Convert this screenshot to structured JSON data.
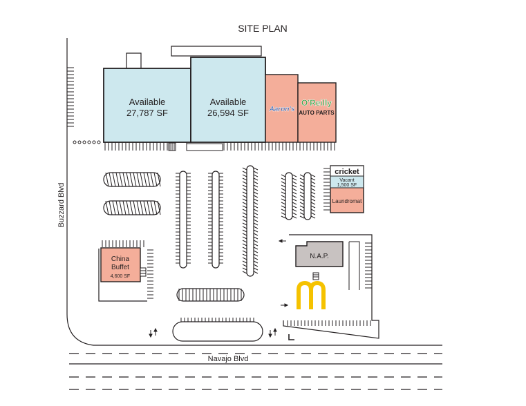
{
  "title": "SITE PLAN",
  "roads": {
    "west": "Buzzard Blvd",
    "south": "Navajo Blvd"
  },
  "colors": {
    "available": "#cde8ee",
    "tenant": "#f4ae9a",
    "pad": "#c8c2c1",
    "outline": "#231f20",
    "mcdonalds": "#f5c200",
    "cricket_green": "#6ab04c",
    "oreilly_green": "#2e9e3e",
    "aarons_blue": "#1f4fa6"
  },
  "buildings": {
    "available_1": {
      "name": "Available",
      "size": "27,787 SF"
    },
    "available_2": {
      "name": "Available",
      "size": "26,594 SF"
    },
    "aarons": {
      "logo": "Aaron's"
    },
    "oreilly": {
      "logo_top": "O'Reilly",
      "logo_bottom": "AUTO PARTS"
    },
    "cricket": {
      "logo": "cricket"
    },
    "vacant": {
      "name": "Vacant",
      "size": "1,500 SF"
    },
    "laundromat": {
      "name": "Laundromat"
    },
    "china_buffet": {
      "name_line1": "China",
      "name_line2": "Buffet",
      "size": "4,600 SF"
    },
    "nap": {
      "name": "N.A.P."
    },
    "mcdonalds": {
      "icon": "mcdonalds-arches-icon"
    }
  }
}
